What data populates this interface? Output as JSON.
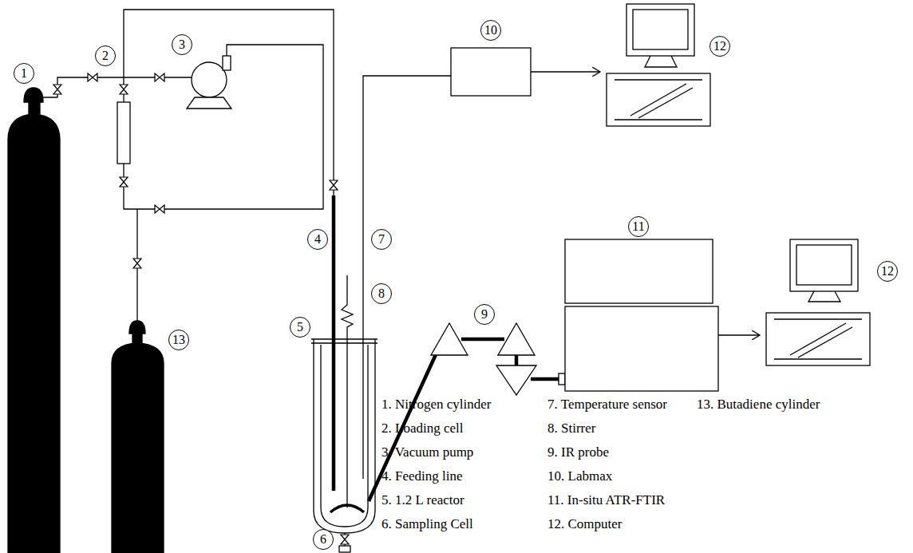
{
  "diagram": {
    "nodes": [
      {
        "text": [
          "1"
        ]
      },
      {
        "text": [
          "2"
        ]
      },
      {
        "text": [
          "3"
        ]
      },
      {
        "text": [
          "4"
        ]
      },
      {
        "text": [
          "5"
        ]
      },
      {
        "text": [
          "6"
        ]
      },
      {
        "text": [
          "7"
        ]
      },
      {
        "text": [
          "8"
        ]
      },
      {
        "text": [
          "9"
        ]
      },
      {
        "text": [
          "10"
        ]
      },
      {
        "text": [
          "11"
        ]
      },
      {
        "text": [
          "12"
        ]
      },
      {
        "text": [
          "12"
        ]
      },
      {
        "text": [
          "13"
        ]
      }
    ],
    "edges": [],
    "labels": [
      "1. Nitrogen cylinder",
      "2. Loading cell",
      "3. Vacuum pump",
      "4. Feeding line",
      "5. 1.2 L reactor",
      "6. Sampling Cell",
      "7. Temperature sensor",
      "8. Stirrer",
      "9. IR probe",
      "10. Labmax",
      "11. In-situ ATR-FTIR",
      "12. Computer",
      "13. Butadiene cylinder"
    ]
  }
}
